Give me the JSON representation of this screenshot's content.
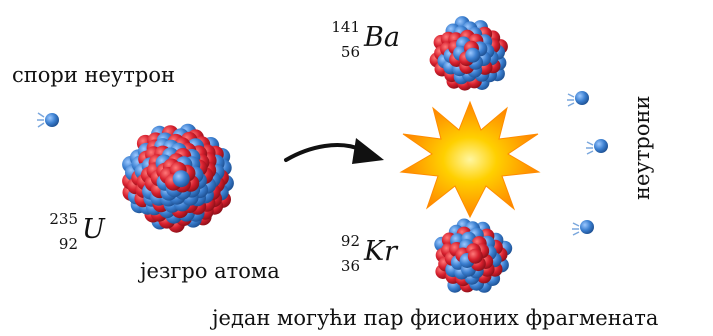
{
  "labels": {
    "slow_neutron": "спори неутрон",
    "nucleus": "језгро атома",
    "neutrons": "неутрони",
    "fragments": "један могући пар фисионих фрагмената"
  },
  "isotopes": {
    "uranium": {
      "mass": "235",
      "z": "92",
      "symbol": "U"
    },
    "barium": {
      "mass": "141",
      "z": "56",
      "symbol": "Ba"
    },
    "krypton": {
      "mass": "92",
      "z": "36",
      "symbol": "Kr"
    }
  },
  "colors": {
    "proton": "#d7202e",
    "neutron": "#3b7fd0",
    "explosion_outer": "#ff8c00",
    "explosion_inner": "#ffd000",
    "arrow": "#111111"
  }
}
